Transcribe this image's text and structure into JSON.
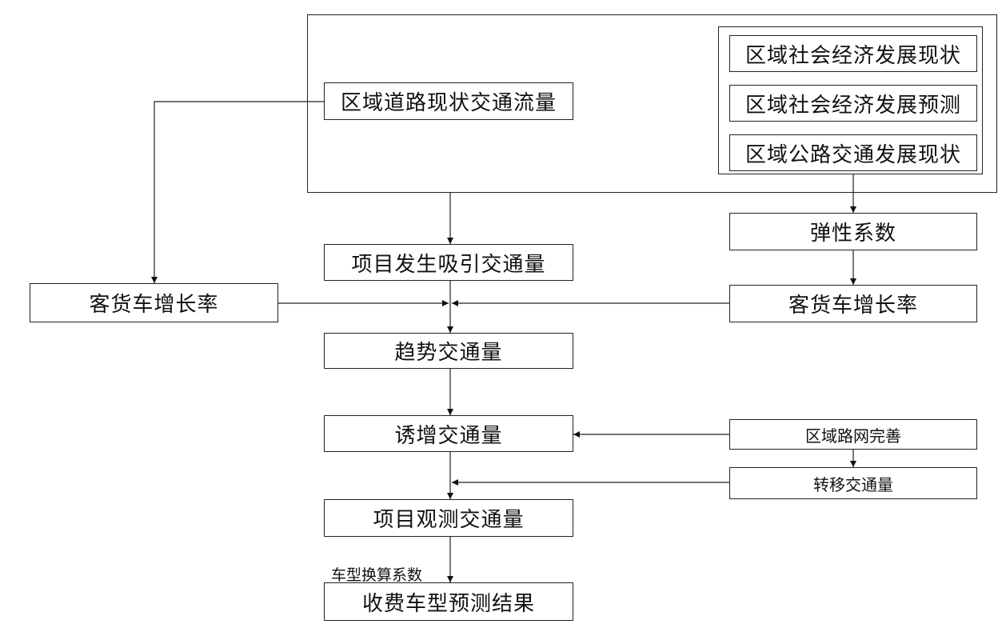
{
  "diagram": {
    "nodes": {
      "regional_traffic_volume": "区域道路现状交通流量",
      "socio_economic_status": "区域社会经济发展现状",
      "socio_economic_forecast": "区域社会经济发展预测",
      "highway_status": "区域公路交通发展现状",
      "elasticity": "弹性系数",
      "generated_traffic": "项目发生吸引交通量",
      "growth_rate_left": "客货车增长率",
      "growth_rate_right": "客货车增长率",
      "trend_traffic": "趋势交通量",
      "induced_traffic": "诱增交通量",
      "network_improvement": "区域路网完善",
      "transferred_traffic": "转移交通量",
      "observed_traffic": "项目观测交通量",
      "toll_result": "收费车型预测结果"
    },
    "edge_labels": {
      "conversion": "车型换算系数"
    }
  }
}
